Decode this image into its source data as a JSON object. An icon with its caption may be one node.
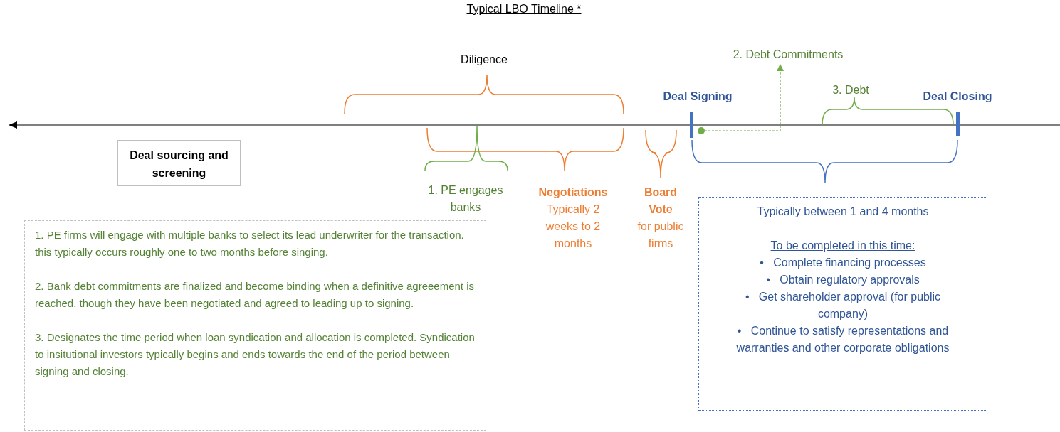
{
  "diagram": {
    "title": "Typical LBO Timeline *",
    "nodes": [
      {
        "text": [
          "Deal sourcing and screening"
        ]
      },
      {
        "text": [
          "1. PE firms will engage with multiple banks to select its lead underwriter for the transaction.  this typically occurs roughly one to two months before singing.",
          "2. Bank debt commitments are finalized and become binding when a definitive agreeement is reached, though they have been negotiated and agreed to leading up to signing.",
          "3. Designates the time period when loan syndication and allocation is completed.  Syndication to insitutional investors typically begins and ends towards the end of the period between signing and closing."
        ]
      },
      {
        "text": [
          "Diligence"
        ]
      },
      {
        "text": [
          "1. PE engages banks"
        ]
      },
      {
        "text": [
          "Negotiations",
          "Typically 2 weeks to 2 months"
        ]
      },
      {
        "text": [
          "Board Vote",
          "for public firms"
        ]
      },
      {
        "text": [
          "Deal Signing"
        ]
      },
      {
        "text": [
          "2. Debt Commitments"
        ]
      },
      {
        "text": [
          "3. Debt"
        ]
      },
      {
        "text": [
          "Deal Closing"
        ]
      },
      {
        "text": [
          "Typically between 1 and 4 months",
          "To be completed in this time:",
          "•   Complete financing processes",
          "•   Obtain regulatory approvals",
          "•   Get shareholder approval (for public company)",
          "•   Continue to satisfy representations and warranties and other corporate obligations"
        ]
      },
      {
        "text": [],
        "shape": "circle"
      }
    ],
    "edges": [
      {
        "from": 11,
        "to": 7,
        "arrow": "to",
        "style": "dashed",
        "color": "#70ad47"
      }
    ]
  }
}
